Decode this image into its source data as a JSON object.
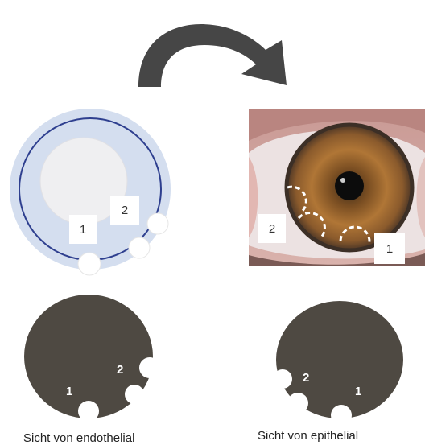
{
  "colors": {
    "lens_fill": "#d4deef",
    "lens_ring": "#2e3f8f",
    "optic_fill": "#efeff1",
    "dark_disc": "#4e4942",
    "arrow": "#464646",
    "sclera": "#ece2e2",
    "iris": "#b07636"
  },
  "top_left": {
    "label_1": "1",
    "label_2": "2"
  },
  "top_right": {
    "label_1": "1",
    "label_2": "2"
  },
  "bottom_left": {
    "label_1": "1",
    "label_2": "2",
    "caption": "Sicht von endothelial"
  },
  "bottom_right": {
    "label_1": "1",
    "label_2": "2",
    "caption": "Sicht von epithelial"
  }
}
